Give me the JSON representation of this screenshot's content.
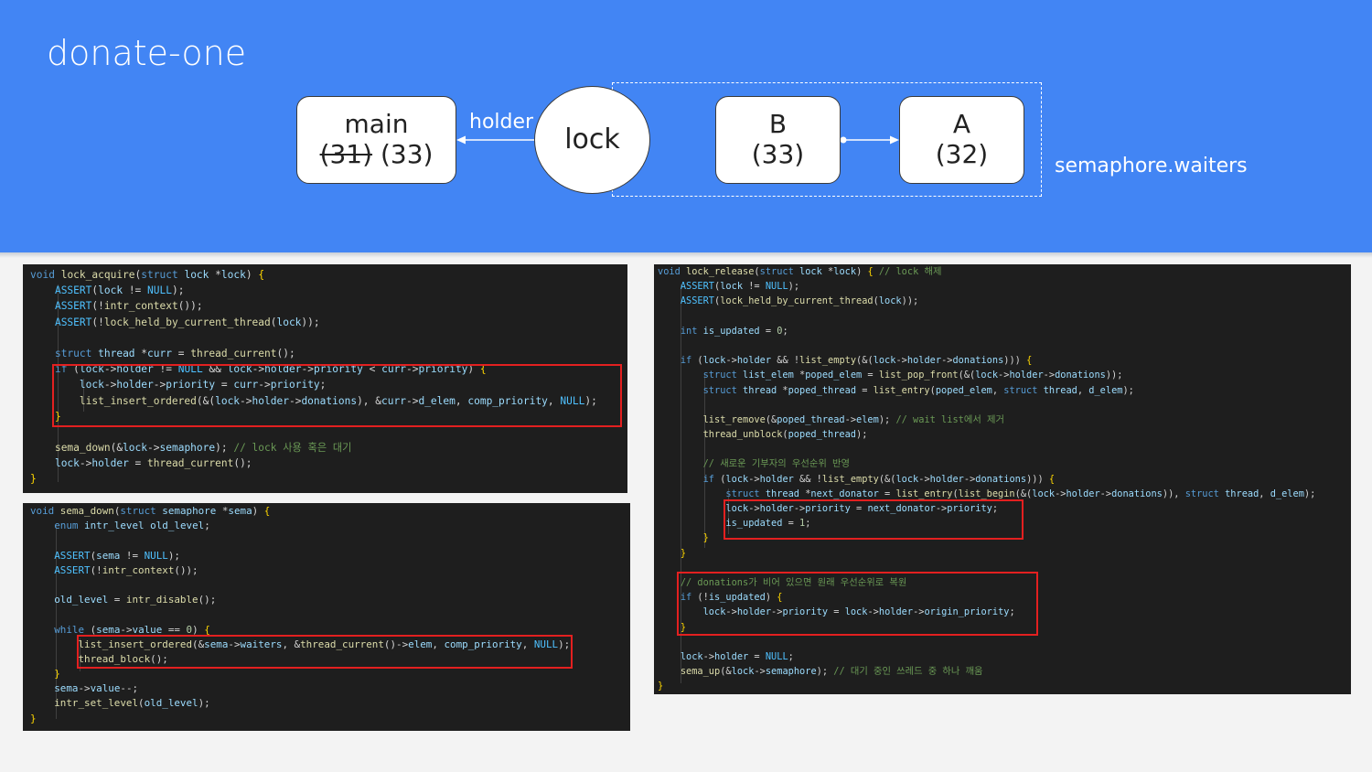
{
  "slide": {
    "title": "donate-one"
  },
  "diagram": {
    "main_node": {
      "name": "main",
      "old_priority": "(31)",
      "new_priority": "(33)"
    },
    "holder_label": "holder",
    "lock_node": {
      "label": "lock"
    },
    "b_node": {
      "name": "B",
      "priority": "(33)"
    },
    "a_node": {
      "name": "A",
      "priority": "(32)"
    },
    "waiters_label": "semaphore.waiters"
  },
  "colors": {
    "banner": "#4285f4",
    "highlight": "#e32020",
    "code_bg": "#1e1e1e"
  },
  "code_panels": {
    "lock_acquire": [
      "void lock_acquire(struct lock *lock) {",
      "    ASSERT(lock != NULL);",
      "    ASSERT(!intr_context());",
      "    ASSERT(!lock_held_by_current_thread(lock));",
      "",
      "    struct thread *curr = thread_current();",
      "    if (lock->holder != NULL && lock->holder->priority < curr->priority) {",
      "        lock->holder->priority = curr->priority;",
      "        list_insert_ordered(&(lock->holder->donations), &curr->d_elem, comp_priority, NULL);",
      "    }",
      "",
      "    sema_down(&lock->semaphore); // lock 사용 혹은 대기",
      "    lock->holder = thread_current();",
      "}"
    ],
    "sema_down": [
      "void sema_down(struct semaphore *sema) {",
      "    enum intr_level old_level;",
      "",
      "    ASSERT(sema != NULL);",
      "    ASSERT(!intr_context());",
      "",
      "    old_level = intr_disable();",
      "",
      "    while (sema->value == 0) {",
      "        list_insert_ordered(&sema->waiters, &thread_current()->elem, comp_priority, NULL);",
      "        thread_block();",
      "    }",
      "    sema->value--;",
      "    intr_set_level(old_level);",
      "}"
    ],
    "lock_release": [
      "void lock_release(struct lock *lock) { // lock 해제",
      "    ASSERT(lock != NULL);",
      "    ASSERT(lock_held_by_current_thread(lock));",
      "",
      "    int is_updated = 0;",
      "",
      "    if (lock->holder && !list_empty(&(lock->holder->donations))) {",
      "        struct list_elem *poped_elem = list_pop_front(&(lock->holder->donations));",
      "        struct thread *poped_thread = list_entry(poped_elem, struct thread, d_elem);",
      "",
      "        list_remove(&poped_thread->elem); // wait list에서 제거",
      "        thread_unblock(poped_thread);",
      "",
      "        // 새로운 기부자의 우선순위 반영",
      "        if (lock->holder && !list_empty(&(lock->holder->donations))) {",
      "            struct thread *next_donator = list_entry(list_begin(&(lock->holder->donations)), struct thread, d_elem);",
      "            lock->holder->priority = next_donator->priority;",
      "            is_updated = 1;",
      "        }",
      "    }",
      "",
      "    // donations가 비어 있으면 원래 우선순위로 복원",
      "    if (!is_updated) {",
      "        lock->holder->priority = lock->holder->origin_priority;",
      "    }",
      "",
      "    lock->holder = NULL;",
      "    sema_up(&lock->semaphore); // 대기 중인 쓰레드 중 하나 깨움",
      "}"
    ]
  }
}
